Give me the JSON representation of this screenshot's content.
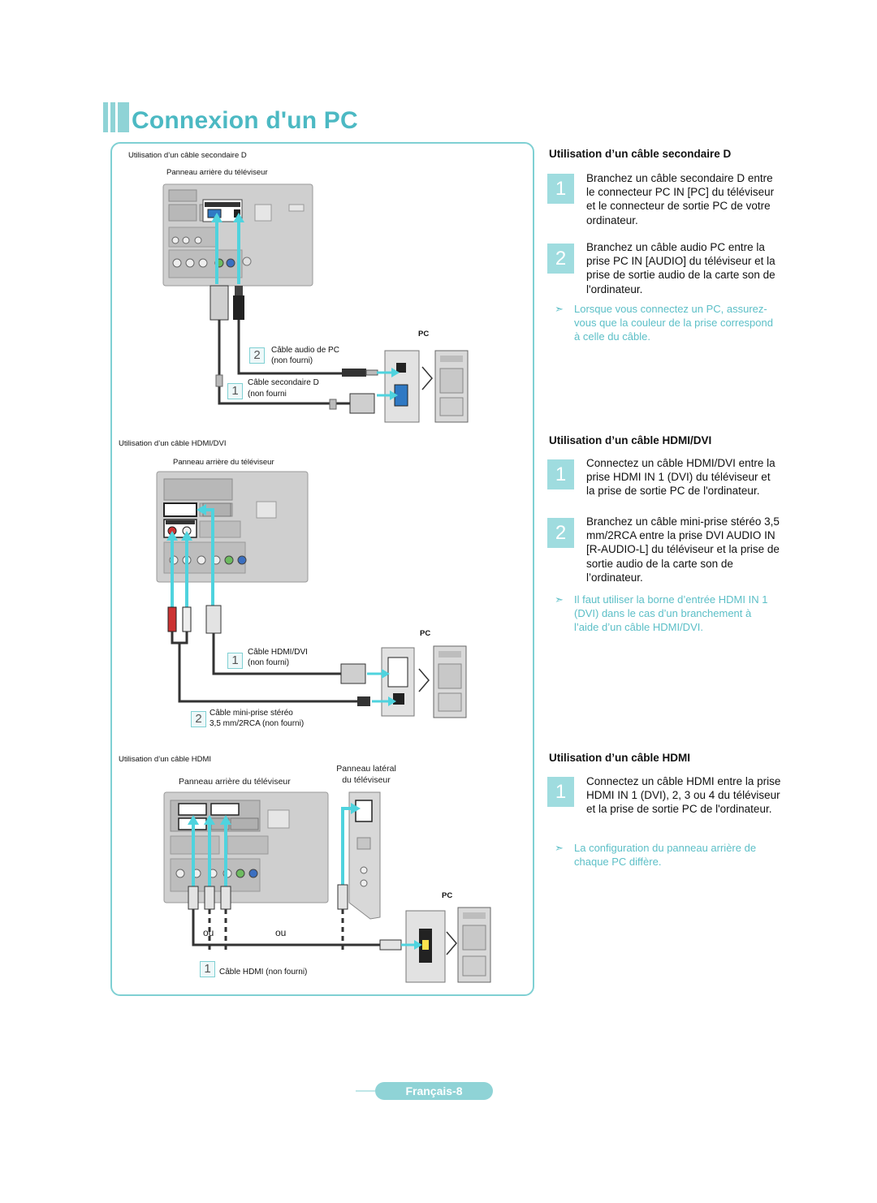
{
  "page_title": "Connexion d'un PC",
  "colors": {
    "accent": "#4cb9c3",
    "accent_light": "#9fdcdf",
    "note": "#5cbfc7"
  },
  "diagram": {
    "d_sub": {
      "caption": "Utilisation d’un câble secondaire D",
      "panel_label": "Panneau arrière du téléviseur",
      "pc_label": "PC",
      "cable_audio_num": "2",
      "cable_audio_line1": "Câble audio de PC",
      "cable_audio_line2": "(non fourni)",
      "cable_dsub_num": "1",
      "cable_dsub_line1": "Câble secondaire D",
      "cable_dsub_line2": "(non fourni"
    },
    "hdmi_dvi": {
      "caption": "Utilisation d’un câble HDMI/DVI",
      "panel_label": "Panneau arrière du téléviseur",
      "pc_label": "PC",
      "cable_hdmi_num": "1",
      "cable_hdmi_line1": "Câble HDMI/DVI",
      "cable_hdmi_line2": "(non fourni)",
      "cable_mini_num": "2",
      "cable_mini_line1": "Câble mini-prise stéréo",
      "cable_mini_line2": "3,5 mm/2RCA (non fourni)"
    },
    "hdmi": {
      "caption": "Utilisation d’un câble HDMI",
      "panel_label": "Panneau arrière du téléviseur",
      "side_label_line1": "Panneau latéral",
      "side_label_line2": "du téléviseur",
      "pc_label": "PC",
      "or1": "ou",
      "or2": "ou",
      "cable_num": "1",
      "cable_label": "Câble HDMI (non fourni)"
    }
  },
  "sections": [
    {
      "heading": "Utilisation d’un câble secondaire D",
      "steps": [
        {
          "num": "1",
          "text": "Branchez un câble secondaire D entre le connecteur PC IN [PC] du téléviseur et le connecteur de sortie PC de votre ordinateur."
        },
        {
          "num": "2",
          "text": "Branchez un câble audio PC entre la prise PC IN [AUDIO] du téléviseur et la prise de sortie audio de la carte son de l'ordinateur."
        }
      ],
      "note": "Lorsque vous connectez un PC, assurez-vous que la couleur de la prise correspond à celle du câble."
    },
    {
      "heading": "Utilisation d’un câble HDMI/DVI",
      "steps": [
        {
          "num": "1",
          "text": "Connectez un câble HDMI/DVI entre la prise HDMI IN 1 (DVI) du téléviseur et la prise de sortie PC de l'ordinateur."
        },
        {
          "num": "2",
          "text": "Branchez un câble mini-prise stéréo 3,5 mm/2RCA entre la prise DVI AUDIO IN [R-AUDIO-L] du téléviseur et la prise de sortie audio de la carte son de l’ordinateur."
        }
      ],
      "note": "Il faut utiliser la borne d’entrée HDMI IN 1 (DVI) dans le cas d’un branchement à l’aide d’un câble HDMI/DVI."
    },
    {
      "heading": "Utilisation d’un câble HDMI",
      "steps": [
        {
          "num": "1",
          "text": "Connectez un câble HDMI entre la prise HDMI IN 1 (DVI), 2, 3 ou 4 du téléviseur et la prise de sortie PC de l'ordinateur."
        }
      ],
      "note": "La configuration du panneau arrière de chaque PC diffère."
    }
  ],
  "note_arrow": "➣",
  "footer": "Français-8"
}
